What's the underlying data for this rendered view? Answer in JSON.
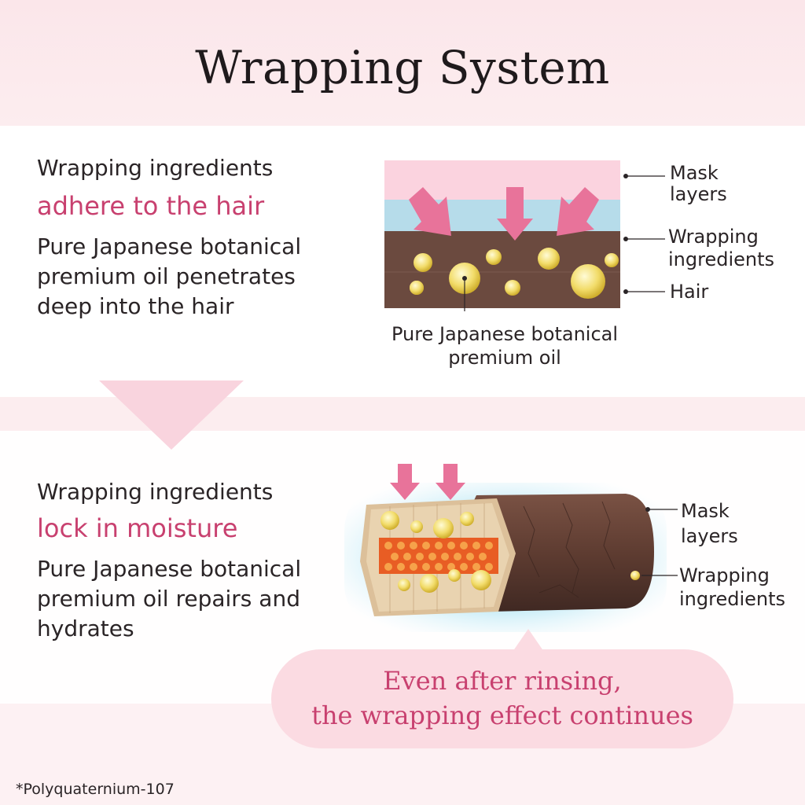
{
  "title": "Wrapping System",
  "section1": {
    "line1": "Wrapping ingredients",
    "highlight": "adhere to the hair",
    "desc_lines": [
      "Pure Japanese botanical",
      "premium oil penetrates",
      "deep into the hair"
    ],
    "labels": {
      "mask": [
        "Mask",
        "layers"
      ],
      "wrapping": [
        "Wrapping",
        "ingredients"
      ],
      "hair": "Hair"
    },
    "caption": [
      "Pure Japanese botanical",
      "premium oil"
    ]
  },
  "section2": {
    "line1": "Wrapping ingredients",
    "highlight": "lock in moisture",
    "desc_lines": [
      "Pure Japanese botanical",
      "premium oil repairs and",
      "hydrates"
    ],
    "labels": {
      "mask": [
        "Mask",
        "layers"
      ],
      "wrapping": [
        "Wrapping",
        "ingredients"
      ]
    }
  },
  "bubble": [
    "Even after rinsing,",
    "the wrapping effect continues"
  ],
  "footnote": "*Polyquaternium-107",
  "colors": {
    "accent": "#c8406f",
    "arrow": "#e8739a",
    "mask_layer": "#fbd3df",
    "water_layer": "#b6dcea",
    "hair": "#6b4a3f",
    "oil": "#f2dc6a"
  }
}
